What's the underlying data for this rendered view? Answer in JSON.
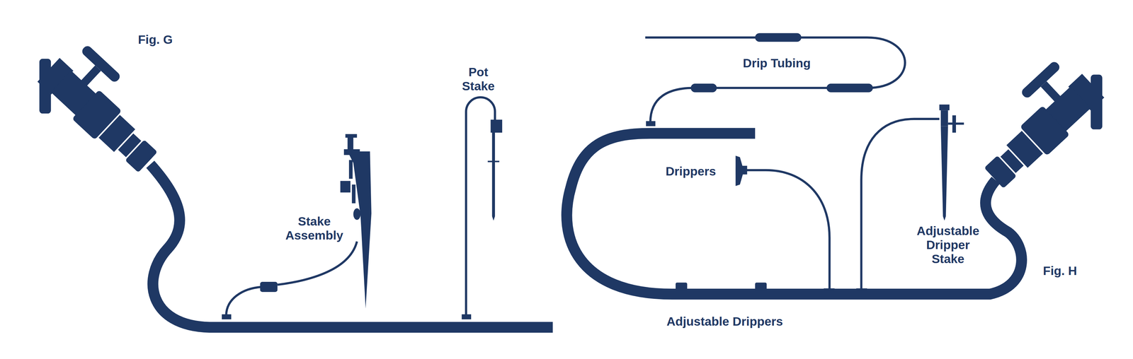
{
  "diagram": {
    "labels": [
      "Fig. G",
      "Drip Tubing",
      "Pot Stake",
      "Drippers",
      "Stake Assembly",
      "Adjustable Dripper Stake",
      "Fig. H",
      "Adjustable Drippers"
    ]
  }
}
